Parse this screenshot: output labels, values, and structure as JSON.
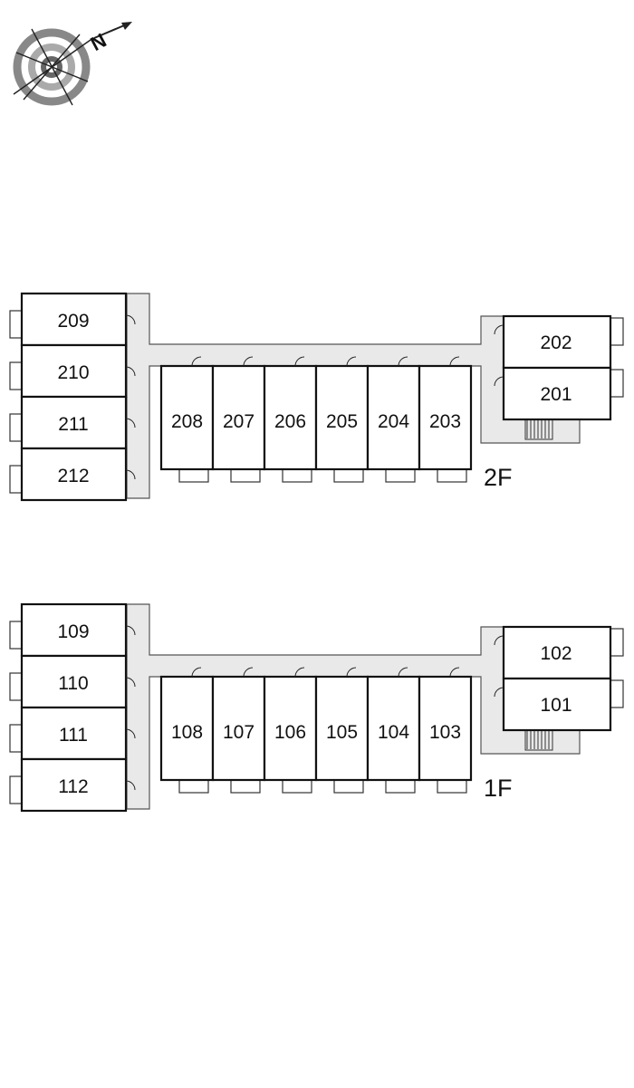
{
  "compass": {
    "north_label": "N",
    "icon": "compass-rose-icon"
  },
  "colors": {
    "corridor": "#e9e9e9",
    "wall": "#111111",
    "background": "#ffffff"
  },
  "floors": [
    {
      "floor_label": "2F",
      "left_wing": [
        "209",
        "210",
        "211",
        "212"
      ],
      "center_row": [
        "208",
        "207",
        "206",
        "205",
        "204",
        "203"
      ],
      "right_wing": [
        "202",
        "201"
      ]
    },
    {
      "floor_label": "1F",
      "left_wing": [
        "109",
        "110",
        "111",
        "112"
      ],
      "center_row": [
        "108",
        "107",
        "106",
        "105",
        "104",
        "103"
      ],
      "right_wing": [
        "102",
        "101"
      ]
    }
  ]
}
